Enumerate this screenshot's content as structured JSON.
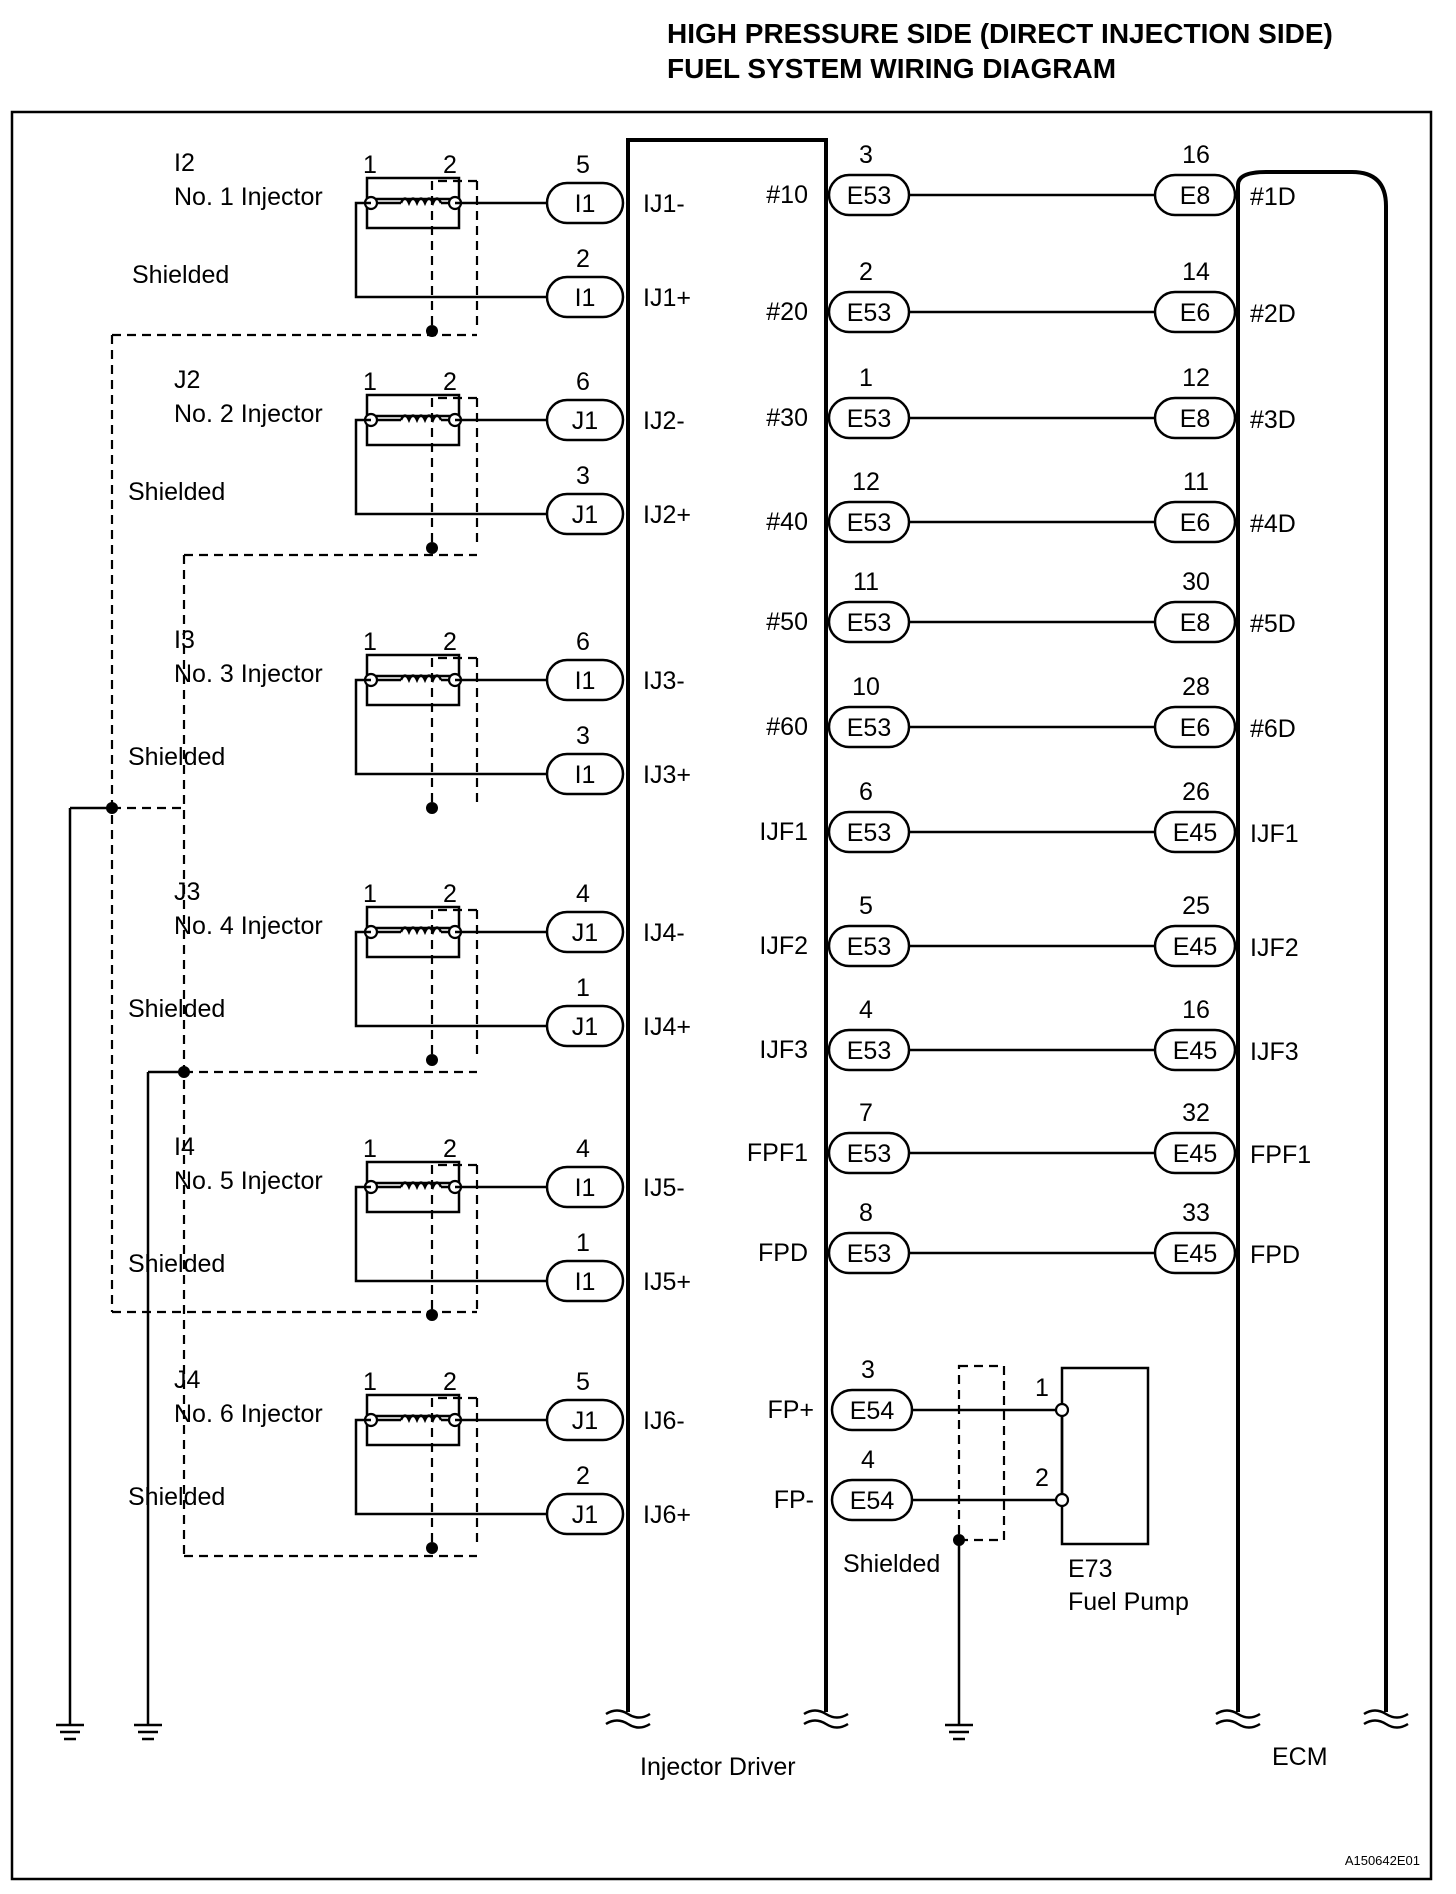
{
  "title": {
    "line1": "HIGH PRESSURE SIDE (DIRECT INJECTION SIDE)",
    "line2": "FUEL SYSTEM WIRING DIAGRAM"
  },
  "injectors": [
    {
      "code": "I2",
      "name": "No. 1 Injector",
      "pin_a": "1",
      "pin_b": "2",
      "shield": "Shielded",
      "neg": {
        "pin": "5",
        "conn": "I1",
        "sig": "IJ1-"
      },
      "pos": {
        "pin": "2",
        "conn": "I1",
        "sig": "IJ1+"
      }
    },
    {
      "code": "J2",
      "name": "No. 2 Injector",
      "pin_a": "1",
      "pin_b": "2",
      "shield": "Shielded",
      "neg": {
        "pin": "6",
        "conn": "J1",
        "sig": "IJ2-"
      },
      "pos": {
        "pin": "3",
        "conn": "J1",
        "sig": "IJ2+"
      }
    },
    {
      "code": "I3",
      "name": "No. 3 Injector",
      "pin_a": "1",
      "pin_b": "2",
      "shield": "Shielded",
      "neg": {
        "pin": "6",
        "conn": "I1",
        "sig": "IJ3-"
      },
      "pos": {
        "pin": "3",
        "conn": "I1",
        "sig": "IJ3+"
      }
    },
    {
      "code": "J3",
      "name": "No. 4 Injector",
      "pin_a": "1",
      "pin_b": "2",
      "shield": "Shielded",
      "neg": {
        "pin": "4",
        "conn": "J1",
        "sig": "IJ4-"
      },
      "pos": {
        "pin": "1",
        "conn": "J1",
        "sig": "IJ4+"
      }
    },
    {
      "code": "I4",
      "name": "No. 5 Injector",
      "pin_a": "1",
      "pin_b": "2",
      "shield": "Shielded",
      "neg": {
        "pin": "4",
        "conn": "I1",
        "sig": "IJ5-"
      },
      "pos": {
        "pin": "1",
        "conn": "I1",
        "sig": "IJ5+"
      }
    },
    {
      "code": "J4",
      "name": "No. 6 Injector",
      "pin_a": "1",
      "pin_b": "2",
      "shield": "Shielded",
      "neg": {
        "pin": "5",
        "conn": "J1",
        "sig": "IJ6-"
      },
      "pos": {
        "pin": "2",
        "conn": "J1",
        "sig": "IJ6+"
      }
    }
  ],
  "links": [
    {
      "drv_sig": "#10",
      "drv_pin": "3",
      "drv_conn": "E53",
      "ecm_pin": "16",
      "ecm_conn": "E8",
      "ecm_sig": "#1D"
    },
    {
      "drv_sig": "#20",
      "drv_pin": "2",
      "drv_conn": "E53",
      "ecm_pin": "14",
      "ecm_conn": "E6",
      "ecm_sig": "#2D"
    },
    {
      "drv_sig": "#30",
      "drv_pin": "1",
      "drv_conn": "E53",
      "ecm_pin": "12",
      "ecm_conn": "E8",
      "ecm_sig": "#3D"
    },
    {
      "drv_sig": "#40",
      "drv_pin": "12",
      "drv_conn": "E53",
      "ecm_pin": "11",
      "ecm_conn": "E6",
      "ecm_sig": "#4D"
    },
    {
      "drv_sig": "#50",
      "drv_pin": "11",
      "drv_conn": "E53",
      "ecm_pin": "30",
      "ecm_conn": "E8",
      "ecm_sig": "#5D"
    },
    {
      "drv_sig": "#60",
      "drv_pin": "10",
      "drv_conn": "E53",
      "ecm_pin": "28",
      "ecm_conn": "E6",
      "ecm_sig": "#6D"
    },
    {
      "drv_sig": "IJF1",
      "drv_pin": "6",
      "drv_conn": "E53",
      "ecm_pin": "26",
      "ecm_conn": "E45",
      "ecm_sig": "IJF1"
    },
    {
      "drv_sig": "IJF2",
      "drv_pin": "5",
      "drv_conn": "E53",
      "ecm_pin": "25",
      "ecm_conn": "E45",
      "ecm_sig": "IJF2"
    },
    {
      "drv_sig": "IJF3",
      "drv_pin": "4",
      "drv_conn": "E53",
      "ecm_pin": "16",
      "ecm_conn": "E45",
      "ecm_sig": "IJF3"
    },
    {
      "drv_sig": "FPF1",
      "drv_pin": "7",
      "drv_conn": "E53",
      "ecm_pin": "32",
      "ecm_conn": "E45",
      "ecm_sig": "FPF1"
    },
    {
      "drv_sig": "FPD",
      "drv_pin": "8",
      "drv_conn": "E53",
      "ecm_pin": "33",
      "ecm_conn": "E45",
      "ecm_sig": "FPD"
    }
  ],
  "pump_links": [
    {
      "sig": "FP+",
      "pin": "3",
      "conn": "E54",
      "pump_pin": "1"
    },
    {
      "sig": "FP-",
      "pin": "4",
      "conn": "E54",
      "pump_pin": "2"
    }
  ],
  "pump": {
    "code": "E73",
    "name": "Fuel Pump",
    "shield": "Shielded"
  },
  "driver_label": "Injector Driver",
  "ecm_label": "ECM",
  "figure_id": "A150642E01"
}
